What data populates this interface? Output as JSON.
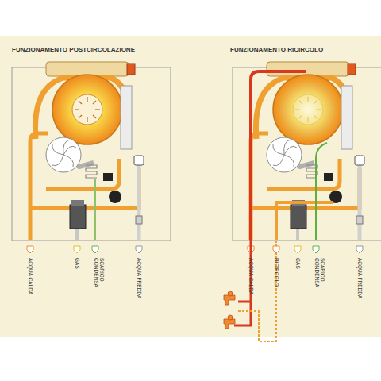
{
  "diagram": {
    "labels": [
      "FUNZIONAMENTO POSTCIRCOLAZIONE",
      "FUNZIONAMENTO RICIRCOLO",
      "ACQUA CALDA",
      "GAS",
      "SCARICO CONDENSA",
      "ACQUA FREDDA",
      "ACQUA CALDA",
      "RICIRCOLO",
      "GAS",
      "SCARICO CONDENSA",
      "ACQUA FREDDA"
    ]
  }
}
